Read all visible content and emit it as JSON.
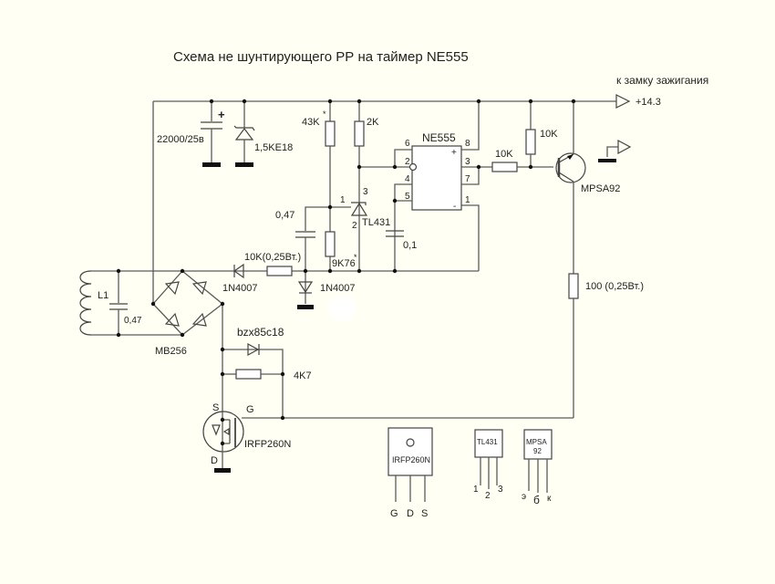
{
  "title": "Схема не шунтирующего РР на таймер NE555",
  "supply": {
    "label": "к замку зажигания",
    "voltage": "+14.3"
  },
  "components": {
    "c_main": "22000/25в",
    "tvs": "1,5KE18",
    "r_43k": "43K",
    "r_43k_mark": "*",
    "r_2k": "2K",
    "ic": "NE555",
    "ic_pins": {
      "p6": "6",
      "p2": "2",
      "p4": "4",
      "p5": "5",
      "p8": "8",
      "p3": "3",
      "p7": "7",
      "p1": "1",
      "plus": "+",
      "minus": "-"
    },
    "r_10k_base": "10K",
    "r_10k_pull": "10K",
    "transistor": "MPSA92",
    "c_047_top": "0,47",
    "tl431": "TL431",
    "tl431_pins": {
      "p1": "1",
      "p2": "2",
      "p3": "3"
    },
    "r_9k76": "9K76",
    "r_9k76_mark": "*",
    "c_01": "0,1",
    "r_10k_input": "10K(0,25Вт.)",
    "d1": "1N4007",
    "d2": "1N4007",
    "coil": "L1",
    "c_coil": "0,47",
    "bridge": "MB256",
    "zener": "bzx85c18",
    "r_4k7": "4K7",
    "r_100": "100 (0,25Вт.)",
    "mosfet": "IRFP260N",
    "mosfet_pins": {
      "s": "S",
      "g": "G",
      "d": "D"
    }
  },
  "pinouts": {
    "irfp": {
      "name": "IRFP260N",
      "pins": [
        "G",
        "D",
        "S"
      ]
    },
    "tl431": {
      "name": "TL431",
      "pins": [
        "1",
        "2",
        "3"
      ]
    },
    "mpsa": {
      "name_line1": "MPSA",
      "name_line2": "92",
      "pins": [
        "э",
        "б",
        "к"
      ]
    }
  }
}
